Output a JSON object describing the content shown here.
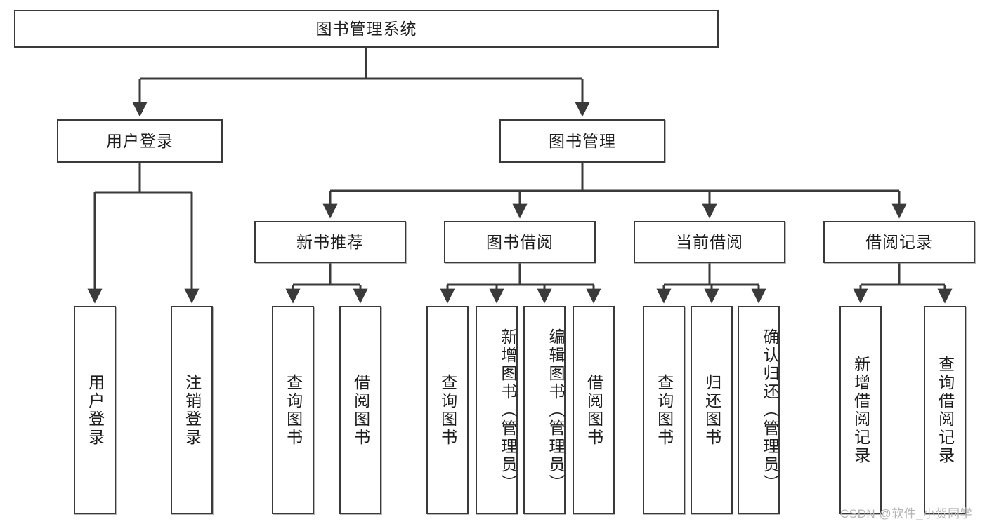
{
  "diagram": {
    "type": "tree-hierarchy-flowchart",
    "title": "图书管理系统",
    "watermark": "CSDN @软件_小贺同学",
    "colors": {
      "stroke": "#3a3a3a",
      "fill": "#ffffff",
      "text": "#1d1d1d",
      "watermark": "#b4b4b4"
    },
    "nodes": {
      "root": {
        "label": "图书管理系统",
        "orientation": "horizontal"
      },
      "level2": [
        {
          "id": "user-login",
          "label": "用户登录",
          "orientation": "horizontal"
        },
        {
          "id": "book-management",
          "label": "图书管理",
          "orientation": "horizontal"
        }
      ],
      "level3": [
        {
          "id": "new-book-recommend",
          "label": "新书推荐",
          "orientation": "horizontal"
        },
        {
          "id": "book-borrow",
          "label": "图书借阅",
          "orientation": "horizontal"
        },
        {
          "id": "current-borrow",
          "label": "当前借阅",
          "orientation": "horizontal"
        },
        {
          "id": "borrow-record",
          "label": "借阅记录",
          "orientation": "horizontal"
        }
      ],
      "leaves": [
        {
          "id": "leaf-user-login",
          "label": "用户登录",
          "parent": "user-login"
        },
        {
          "id": "leaf-logout-login",
          "label": "注销登录",
          "parent": "user-login"
        },
        {
          "id": "leaf-query-book-1",
          "label": "查询图书",
          "parent": "new-book-recommend"
        },
        {
          "id": "leaf-borrow-book-1",
          "label": "借阅图书",
          "parent": "new-book-recommend"
        },
        {
          "id": "leaf-query-book-2",
          "label": "查询图书",
          "parent": "book-borrow"
        },
        {
          "id": "leaf-add-book",
          "label": "新增图书（管理员）",
          "parent": "book-borrow"
        },
        {
          "id": "leaf-edit-book",
          "label": "编辑图书（管理员）",
          "parent": "book-borrow"
        },
        {
          "id": "leaf-borrow-book-2",
          "label": "借阅图书",
          "parent": "book-borrow"
        },
        {
          "id": "leaf-query-book-3",
          "label": "查询图书",
          "parent": "current-borrow"
        },
        {
          "id": "leaf-return-book",
          "label": "归还图书",
          "parent": "current-borrow"
        },
        {
          "id": "leaf-confirm-return",
          "label": "确认归还（管理员）",
          "parent": "current-borrow"
        },
        {
          "id": "leaf-add-record",
          "label": "新增借阅记录",
          "parent": "borrow-record"
        },
        {
          "id": "leaf-query-record",
          "label": "查询借阅记录",
          "parent": "borrow-record"
        }
      ]
    }
  }
}
